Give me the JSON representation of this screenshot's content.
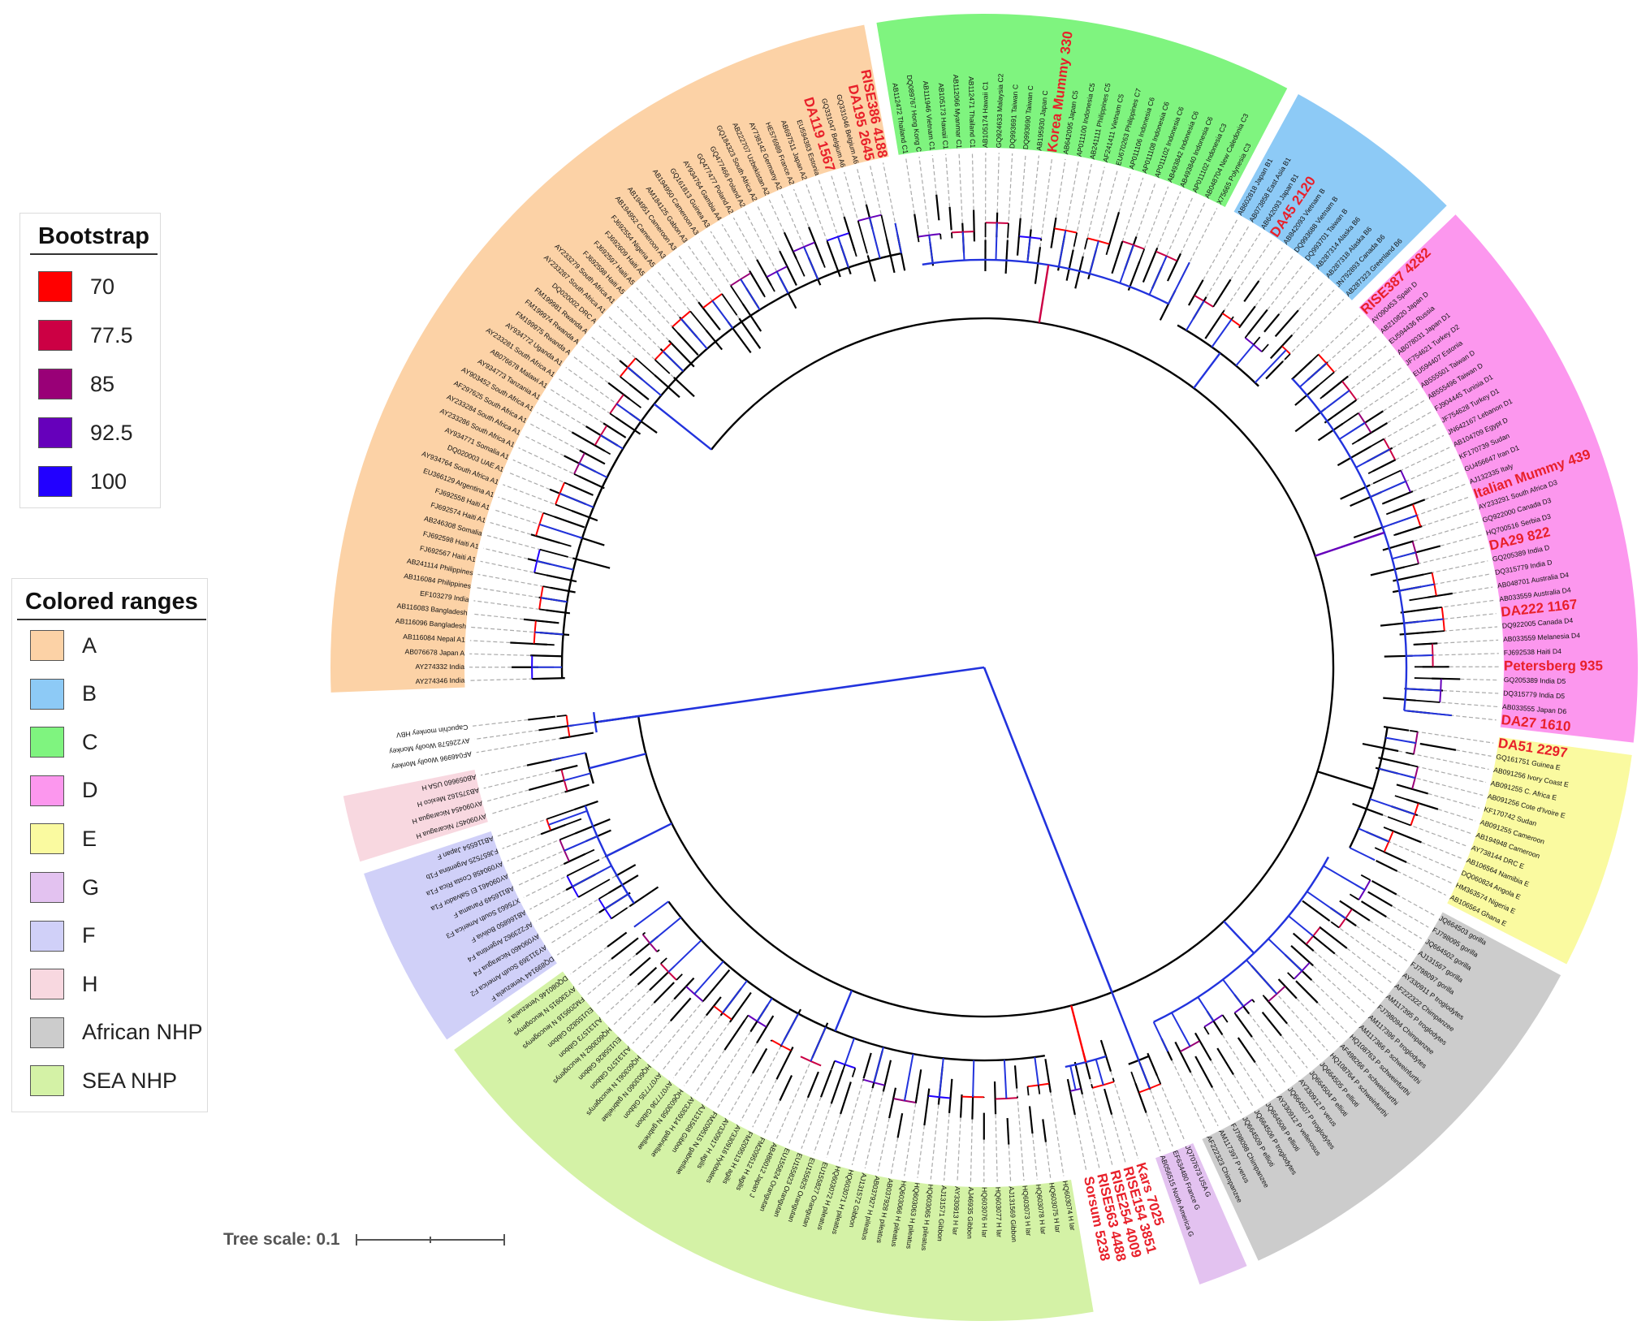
{
  "bootstrap_legend": {
    "title": "Bootstrap",
    "items": [
      {
        "label": "70",
        "color": "#ff0000"
      },
      {
        "label": "77.5",
        "color": "#cc0044"
      },
      {
        "label": "85",
        "color": "#990077"
      },
      {
        "label": "92.5",
        "color": "#6600bb"
      },
      {
        "label": "100",
        "color": "#2200ff"
      }
    ]
  },
  "ranges_legend": {
    "title": "Colored ranges",
    "items": [
      {
        "label": "A",
        "color": "#fcd2a6"
      },
      {
        "label": "B",
        "color": "#8dcaf6"
      },
      {
        "label": "C",
        "color": "#7ff47f"
      },
      {
        "label": "D",
        "color": "#fc97ee"
      },
      {
        "label": "E",
        "color": "#fafaa0"
      },
      {
        "label": "G",
        "color": "#e3c2f0"
      },
      {
        "label": "F",
        "color": "#d0d0f8"
      },
      {
        "label": "H",
        "color": "#f8d8e0"
      },
      {
        "label": "African NHP",
        "color": "#cccccc"
      },
      {
        "label": "SEA NHP",
        "color": "#d4f2a6"
      }
    ]
  },
  "scale": {
    "label": "Tree scale: 0.1"
  },
  "ancient_color": "#e8202a",
  "clades": [
    {
      "name": "A",
      "color": "#fcd2a6",
      "leaves": [
        "AY274346 India",
        "AY274332 India",
        "AB076678 Japan A",
        "AB116084 Nepal A1",
        "AB116096 Bangladesh",
        "AB116083 Bangladesh",
        "EF103279 India",
        "AB116084 Philippines",
        "AB241114 Philippines",
        "FJ692567 Haiti A1",
        "FJ692598 Haiti A1",
        "AB246308 Somalia",
        "FJ692574 Haiti A1",
        "FJ692558 Haiti A1",
        "EU366129 Argentina A1",
        "AY934764 South Africa A1",
        "DQ020003 UAE A1",
        "AY934771 Somalia A1",
        "AY233286 South Africa A1",
        "AY233284 South Africa A1",
        "AF297625 South Africa A1",
        "AY903452 South Africa A1",
        "AY934773 Tanzania A1",
        "AB076678 Malawi A1",
        "AY233281 South Africa A1",
        "AY934772 Uganda A1",
        "FM199975 Rwanda A",
        "FM199974 Rwanda A",
        "FM199981 Rwanda A",
        "DQ020002 DRC A",
        "AY233287 South Africa A1",
        "AY233279 South Africa A1",
        "FJ692598 Haiti A5",
        "FJ692597 Haiti A5",
        "FJ692609 Haiti A5",
        "FJ692554 Nigeria A5",
        "AB194952 Cameroon A3",
        "AB194951 Cameroon A3",
        "AM184125 Gabon A3",
        "AB194950 Cameroon A3",
        "GQ161813 Guinea A3",
        "AY934764 Gambia A4",
        "GQ477477 Poland A2",
        "GQ477466 Poland A2",
        "GQ184323 South Africa A2",
        "AB222707 Uzbekistan A2",
        "AY738142 Germany A2",
        "HE576989 France A2",
        "AB697511 Japan A2",
        "EU594383 Estonia",
        {
          "t": "DA119 1567",
          "a": 1
        },
        "GQ331047 Belgium A6",
        "GQ331046 Belgium A6",
        {
          "t": "DA195 2645",
          "a": 1
        },
        {
          "t": "RISE386 4188",
          "a": 1
        }
      ]
    },
    {
      "name": "C",
      "color": "#7ff47f",
      "leaves": [
        "AB112472 Thailand C1",
        "DQ089767 Hong Kong C",
        "AB111946 Vietnam C1",
        "AB105173 Hawaii C1",
        "AB112066 Myanmar C1",
        "AB112471 Thailand C1",
        "AB105174 Hawaii C1",
        "GQ924633 Malaysia C2",
        "DQ993691 Taiwan C",
        "DQ993690 Taiwan C",
        "AB195930 Japan C",
        {
          "t": "Korea Mummy 330",
          "a": 1
        },
        "AB642095 Japan C5",
        "AP011100 Indonesia C5",
        "AB241111 Philippines C5",
        "AF241411 Vietnam C5",
        "EU670263 Philippines C7",
        "AP011106 Indonesia C6",
        "AP011108 Indonesia C6",
        "AP011102 Indonesia C6",
        "AB493842 Indonesia C6",
        "AB493840 Indonesia C6",
        "AP011102 Indonesia C3",
        "AB048704 New Caledonia C3",
        "X75665 Polynesia C3"
      ]
    },
    {
      "name": "B",
      "color": "#8dcaf6",
      "leaves": [
        "AB602818 Japan B1",
        "AB073858 East Asia B1",
        "AB642093 Japan B1",
        {
          "t": "DA45 2120",
          "a": 1
        },
        "AB842093 Vietnam B",
        "DQ993688 Vietnam B",
        "DQ993701 Taiwan B",
        "AB287314 Alaska B6",
        "AB287318 Alaska B6",
        "JN792893 Canada B6",
        "AB287323 Greenland B6"
      ]
    },
    {
      "name": "D",
      "color": "#fc97ee",
      "leaves": [
        {
          "t": "RISE387 4282",
          "a": 1
        },
        "AY090453 Spain D",
        "AB210820 Japan D",
        "EU594436 Russia",
        "AB078031 Japan D1",
        "JF754621 Turkey D2",
        "EU594407 Estonia",
        "AB555501 Taiwan D",
        "AB555496 Taiwan D",
        "FJ904445 Tunisia D1",
        "JF754628 Turkey D1",
        "JN642167 Lebanon D1",
        "AB104709 Egypt D",
        "KF170739 Sudan",
        "GU456647 Iran D1",
        "AJ132335 Italy",
        {
          "t": "Italian Mummy 439",
          "a": 1
        },
        "AY233291 South Africa D3",
        "GQ922000 Canada D3",
        "HQ700516 Serbia D3",
        {
          "t": "DA29 822",
          "a": 1
        },
        "GQ205389 India D",
        "DQ315779 India D",
        "AB048701 Australia D4",
        "AB033559 Australia D4",
        {
          "t": "DA222 1167",
          "a": 1
        },
        "DQ922005 Canada D4",
        "AB033559 Melanesia D4",
        "FJ692538 Haiti D4",
        {
          "t": "Petersberg 935",
          "a": 1
        },
        "GQ205389 India D5",
        "DQ315779 India D5",
        "AB033555 Japan D6",
        {
          "t": "DA27 1610",
          "a": 1
        }
      ]
    },
    {
      "name": "E",
      "color": "#fafaa0",
      "leaves": [
        {
          "t": "DA51 2297",
          "a": 1
        },
        "GQ161751 Guinea E",
        "AB091256 Ivory Coast E",
        "AB091255 C. Africa E",
        "AB091256 Cote d'Ivoire E",
        "KF170742 Sudan",
        "AB091255 Cameroon",
        "AB194948 Cameroon",
        "AY738144 DRC E",
        "AB106564 Namibia E",
        "DQ060824 Angola E",
        "HM363574 Nigeria E",
        "AB106564 Ghana E"
      ]
    },
    {
      "name": "African NHP",
      "color": "#cccccc",
      "leaves": [
        "JQ664503 gorilla",
        "FJ798095 gorilla",
        "JQ664502 gorilla",
        "AJ131567 gorilla",
        "FJ798097 gorilla",
        "AY330911 P troglodytes",
        "AF222322 Chimpanzee",
        "AM117395 P troglodytes",
        "FJ798094 Chimpanzee",
        "AM117396 P troglodytes",
        "AM117366 P schweinfurthi",
        "HQ108763 P schweinfurthi",
        "AF498266 P schweinfurthi",
        "HQ108764 P schweinfurthi",
        "JQ664505 P ellioti",
        "JQ664504 P ellioti",
        "AY330912 P verus",
        "JQ664507 P troglodytes",
        "AY330912 P vellerosus",
        "JQ664508 P ellioti",
        "JQ664506 P troglodytes",
        "JQ664509 P ellioti",
        "FJ798098 Chimpanzee",
        "AM117397 P verus",
        "AF222323 Chimpanzee"
      ]
    },
    {
      "name": "G",
      "color": "#e3c2f0",
      "leaves": [
        "JQ707673 USA G",
        "EF634480 France G",
        "AB056515 North America G"
      ]
    },
    {
      "name": "ancient-basal",
      "color": "",
      "leaves": [
        {
          "t": "Kars 7025",
          "a": 1
        },
        {
          "t": "RISE154 3851",
          "a": 1
        },
        {
          "t": "RISE254 4009",
          "a": 1
        },
        {
          "t": "RISE563 4488",
          "a": 1
        },
        {
          "t": "Sorsum 5238",
          "a": 1
        }
      ]
    },
    {
      "name": "SEA NHP",
      "color": "#d4f2a6",
      "leaves": [
        "HQ603074 H lar",
        "HQ603075 H lar",
        "HQ603078 H lar",
        "HQ603073 H lar",
        "AJ131569 Gibbon",
        "HQ603077 H lar",
        "HQ603076 H lar",
        "AJ46935 Gibbon",
        "AY330913 H lar",
        "AJ131571 Gibbon",
        "HQ603065 H pileatus",
        "HQ603063 H pileatus",
        "HQ603066 H pileatus",
        "AB037928 H pileatus",
        "AB037927 H pileatus",
        "AJ131572 Gibbon",
        "HQ603071 H pileatus",
        "HQ603072 H pileatus",
        "EU155827 Orangutan",
        "EU155825 Orangutan",
        "EU155823 Orangutan",
        "EU155824 Orangutan",
        "AB486012 Japan J",
        "FM209512 H agilis",
        "FM209513 H agilis",
        "AY330916 Hylobates",
        "AY330917 H agilis",
        "FM209515 N gabriellae",
        "AJ131568 Gibbon",
        "AY330914 H gabriellae",
        "HQ603058 N gabriellae",
        "AY077736 Gibbon",
        "AY077735 Gibbon",
        "HQ603060 N gabriellae",
        "HQ603061 N leucogenys",
        "AJ131570 Gibbon",
        "EU155826 Gibbon",
        "HQ603062 N leucogenys",
        "AJ131573 Gibbon",
        "EU155820 Gibbon",
        "FM209516 N leucogenys",
        "AY330915 N leucogenys",
        "DQ080146 Venezuela F"
      ]
    },
    {
      "name": "F",
      "color": "#d0d0f8",
      "leaves": [
        "DQ899144 Venezuela F",
        "AY311369 South America F2",
        "AY090460 Nicaragua F4",
        "AF223962 Argentina F4",
        "AB166850 Bolivia F",
        "X75663 South America F3",
        "AB116549 Panama F",
        "AY090461 El Salvador F1a",
        "AY090458 Costa Rica F1a",
        "FJ657525 Argentina F1b",
        "AB116554 Japan F"
      ]
    },
    {
      "name": "H",
      "color": "#f8d8e0",
      "leaves": [
        "AY090457 Nicaragua H",
        "AY090454 Nicaragua H",
        "AB375162 Mexico H",
        "AB059660 USA H"
      ]
    },
    {
      "name": "outgroup",
      "color": "",
      "leaves": [
        "AF046996 Woolly Monkey",
        "AY226578 Woolly Monkey",
        "Capuchin monkey HBV"
      ]
    }
  ]
}
